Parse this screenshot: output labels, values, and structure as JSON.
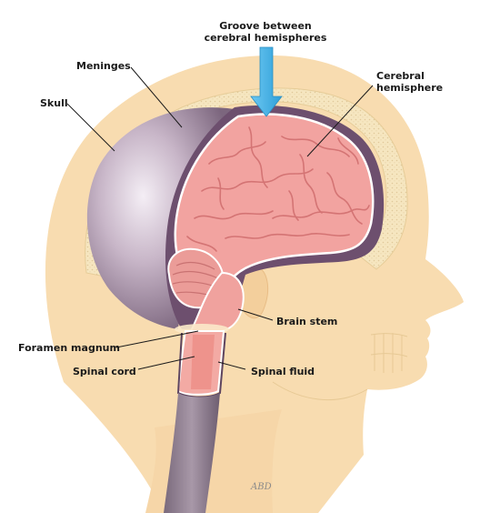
{
  "labels": {
    "groove_line1": "Groove between",
    "groove_line2": "cerebral hemispheres",
    "meninges": "Meninges",
    "skull": "Skull",
    "cerebral_line1": "Cerebral",
    "cerebral_line2": "hemisphere",
    "brain_stem": "Brain stem",
    "foramen_magnum": "Foramen magnum",
    "spinal_cord": "Spinal cord",
    "spinal_fluid": "Spinal fluid"
  },
  "signature": "ABD",
  "colors": {
    "skin": "#f8dcb0",
    "skin_dark": "#f0c88e",
    "skull_bone": "#f6e7c2",
    "meninges": "#a892a8",
    "brain": "#f2a3a0",
    "brain_fold": "#d97b7b",
    "cord": "#efa39c",
    "arrow": "#4fb8ea"
  }
}
